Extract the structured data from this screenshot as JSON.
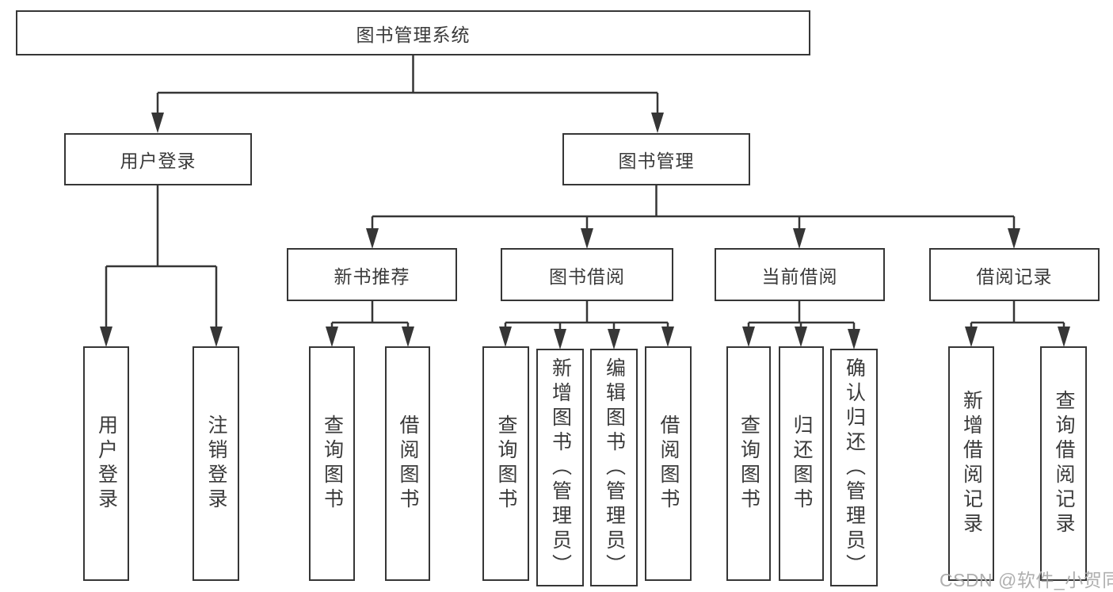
{
  "tree": {
    "root": {
      "label": "图书管理系统",
      "children": [
        {
          "label": "用户登录",
          "children": [
            {
              "label": "用户登录"
            },
            {
              "label": "注销登录"
            }
          ]
        },
        {
          "label": "图书管理",
          "children": [
            {
              "label": "新书推荐",
              "children": [
                {
                  "label": "查询图书"
                },
                {
                  "label": "借阅图书"
                }
              ]
            },
            {
              "label": "图书借阅",
              "children": [
                {
                  "label": "查询图书"
                },
                {
                  "label": "新增图书（管理员）"
                },
                {
                  "label": "编辑图书（管理员）"
                },
                {
                  "label": "借阅图书"
                }
              ]
            },
            {
              "label": "当前借阅",
              "children": [
                {
                  "label": "查询图书"
                },
                {
                  "label": "归还图书"
                },
                {
                  "label": "确认归还（管理员）"
                }
              ]
            },
            {
              "label": "借阅记录",
              "children": [
                {
                  "label": "新增借阅记录"
                },
                {
                  "label": "查询借阅记录"
                }
              ]
            }
          ]
        }
      ]
    }
  },
  "watermark": {
    "text": "CSDN @软件_小贺同学"
  },
  "colors": {
    "line": "#363636",
    "text": "#3a3a3a",
    "box_background": "#ffffff",
    "watermark": "#a9a9a9"
  }
}
